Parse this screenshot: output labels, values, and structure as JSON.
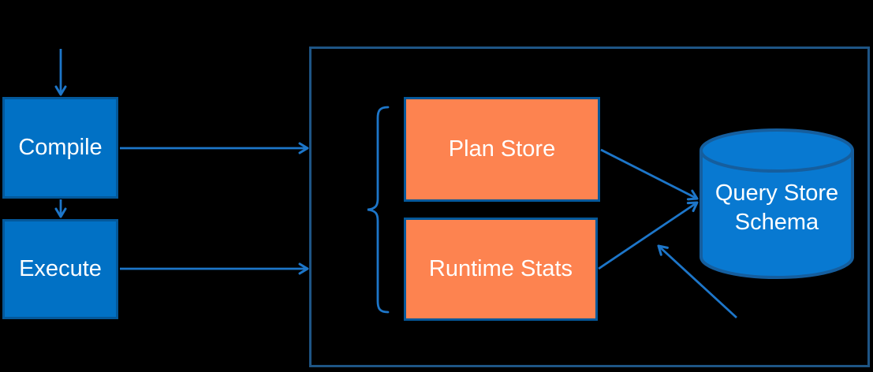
{
  "diagram_title": "",
  "nodes": {
    "compile": {
      "label": "Compile",
      "shape": "rectangle",
      "fill": "#0171C5"
    },
    "execute": {
      "label": "Execute",
      "shape": "rectangle",
      "fill": "#0171C5"
    },
    "plan_store": {
      "label": "Plan Store",
      "shape": "rectangle",
      "fill": "#FD8350"
    },
    "runtime_stats": {
      "label": "Runtime Stats",
      "shape": "rectangle",
      "fill": "#FD8350"
    },
    "query_store_schema": {
      "label": "Query Store Schema",
      "shape": "cylinder-database",
      "fill": "#0879D1"
    },
    "container": {
      "label": "",
      "shape": "large-rectangle-outline"
    }
  },
  "edges": [
    {
      "from": "offscreen-top",
      "to": "compile",
      "style": "arrow-down"
    },
    {
      "from": "compile",
      "to": "execute",
      "style": "arrow-down"
    },
    {
      "from": "compile",
      "to": "container",
      "style": "arrow-right"
    },
    {
      "from": "execute",
      "to": "container",
      "style": "arrow-right"
    },
    {
      "from": "plan_store",
      "to": "query_store_schema",
      "style": "arrow-diagonal"
    },
    {
      "from": "runtime_stats",
      "to": "query_store_schema",
      "style": "arrow-diagonal"
    },
    {
      "from": "offscreen-bottom-right",
      "to": "query_store_schema",
      "style": "arrow-diagonal-up-left"
    }
  ],
  "annotations": {
    "brace": {
      "type": "left-curly-brace",
      "groups": [
        "Plan Store",
        "Runtime Stats"
      ]
    }
  },
  "colors": {
    "background": "#000000",
    "blue_box_fill": "#0171C5",
    "box_border": "#04589A",
    "orange_box_fill": "#FD8350",
    "container_border": "#1E5585",
    "arrow": "#1D76C9",
    "cylinder_fill": "#0879D1",
    "cylinder_border": "#155E9E",
    "label_text": "#FFFFFF"
  }
}
